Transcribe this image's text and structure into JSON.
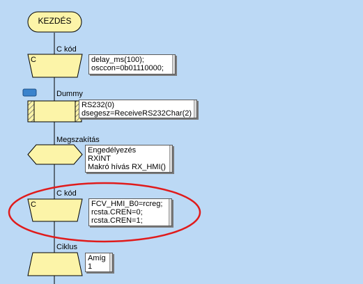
{
  "colors": {
    "background": "#bcd9f5",
    "block_fill": "#fcf4a8",
    "block_stroke": "#000000",
    "flow_line": "#000000",
    "highlight_ellipse": "#e01b1b",
    "dummy_tab": "#3a83cc"
  },
  "start": {
    "label": "KEZDÉS"
  },
  "blocks": [
    {
      "id": "c1",
      "type": "C kód",
      "caption": "C kód",
      "glyph": "C",
      "lines": [
        "delay_ms(100);",
        "osccon=0b01110000;"
      ]
    },
    {
      "id": "dummy",
      "type": "Dummy",
      "caption": "Dummy",
      "glyph": "",
      "lines": [
        "RS232(0)",
        "dsegesz=ReceiveRS232Char(2)"
      ]
    },
    {
      "id": "interrupt",
      "type": "Megszakítás",
      "caption": "Megszakítás",
      "glyph": "",
      "lines": [
        "Engedélyezés",
        "RXINT",
        "Makró hívás RX_HMI()"
      ]
    },
    {
      "id": "c2",
      "type": "C kód",
      "caption": "C kód",
      "glyph": "C",
      "lines": [
        "FCV_HMI_B0=rcreg;",
        "rcsta.CREN=0;",
        "rcsta.CREN=1;"
      ]
    },
    {
      "id": "loop",
      "type": "Ciklus",
      "caption": "Ciklus",
      "glyph": "",
      "lines": [
        "Amíg",
        "1"
      ]
    }
  ]
}
